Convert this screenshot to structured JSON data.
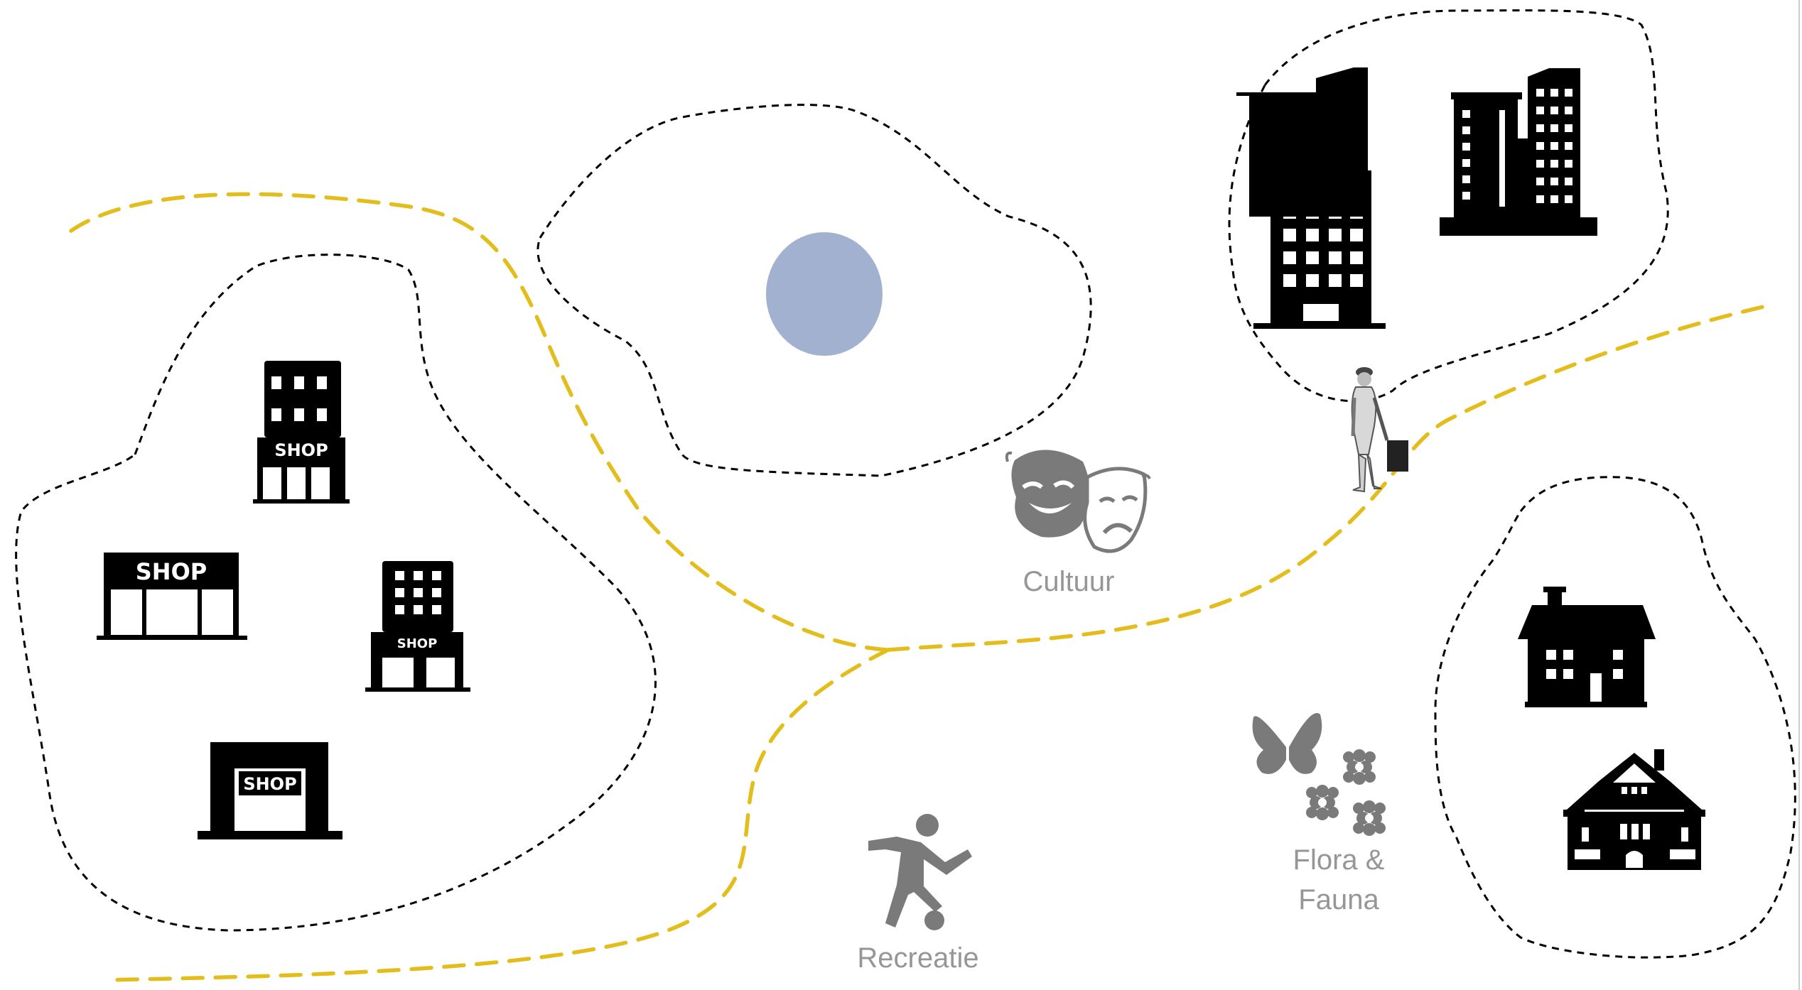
{
  "colors": {
    "path": "#E3BD1C",
    "zone_border": "#000000",
    "pond": "#A2B1CF",
    "icon_dark": "#000000",
    "icon_grey": "#7A7A7A",
    "label_grey": "#969696"
  },
  "icons": {
    "shops": [
      "shop-building-icon",
      "shop-front-icon",
      "shop-building-icon",
      "shop-front-icon"
    ],
    "offices": [
      "office-tower-icon",
      "office-block-icon"
    ],
    "houses": [
      "house-icon",
      "villa-icon"
    ],
    "culture": "theatre-masks-icon",
    "recreation": "football-player-icon",
    "nature": "butterfly-flowers-icon",
    "person": "walking-man-icon",
    "pond": "pond-circle"
  },
  "shop_signs": [
    "SHOP",
    "SHOP",
    "SHOP",
    "SHOP"
  ],
  "labels": {
    "culture": "Cultuur",
    "recreation": "Recreatie",
    "nature_line1": "Flora &",
    "nature_line2": "Fauna"
  }
}
